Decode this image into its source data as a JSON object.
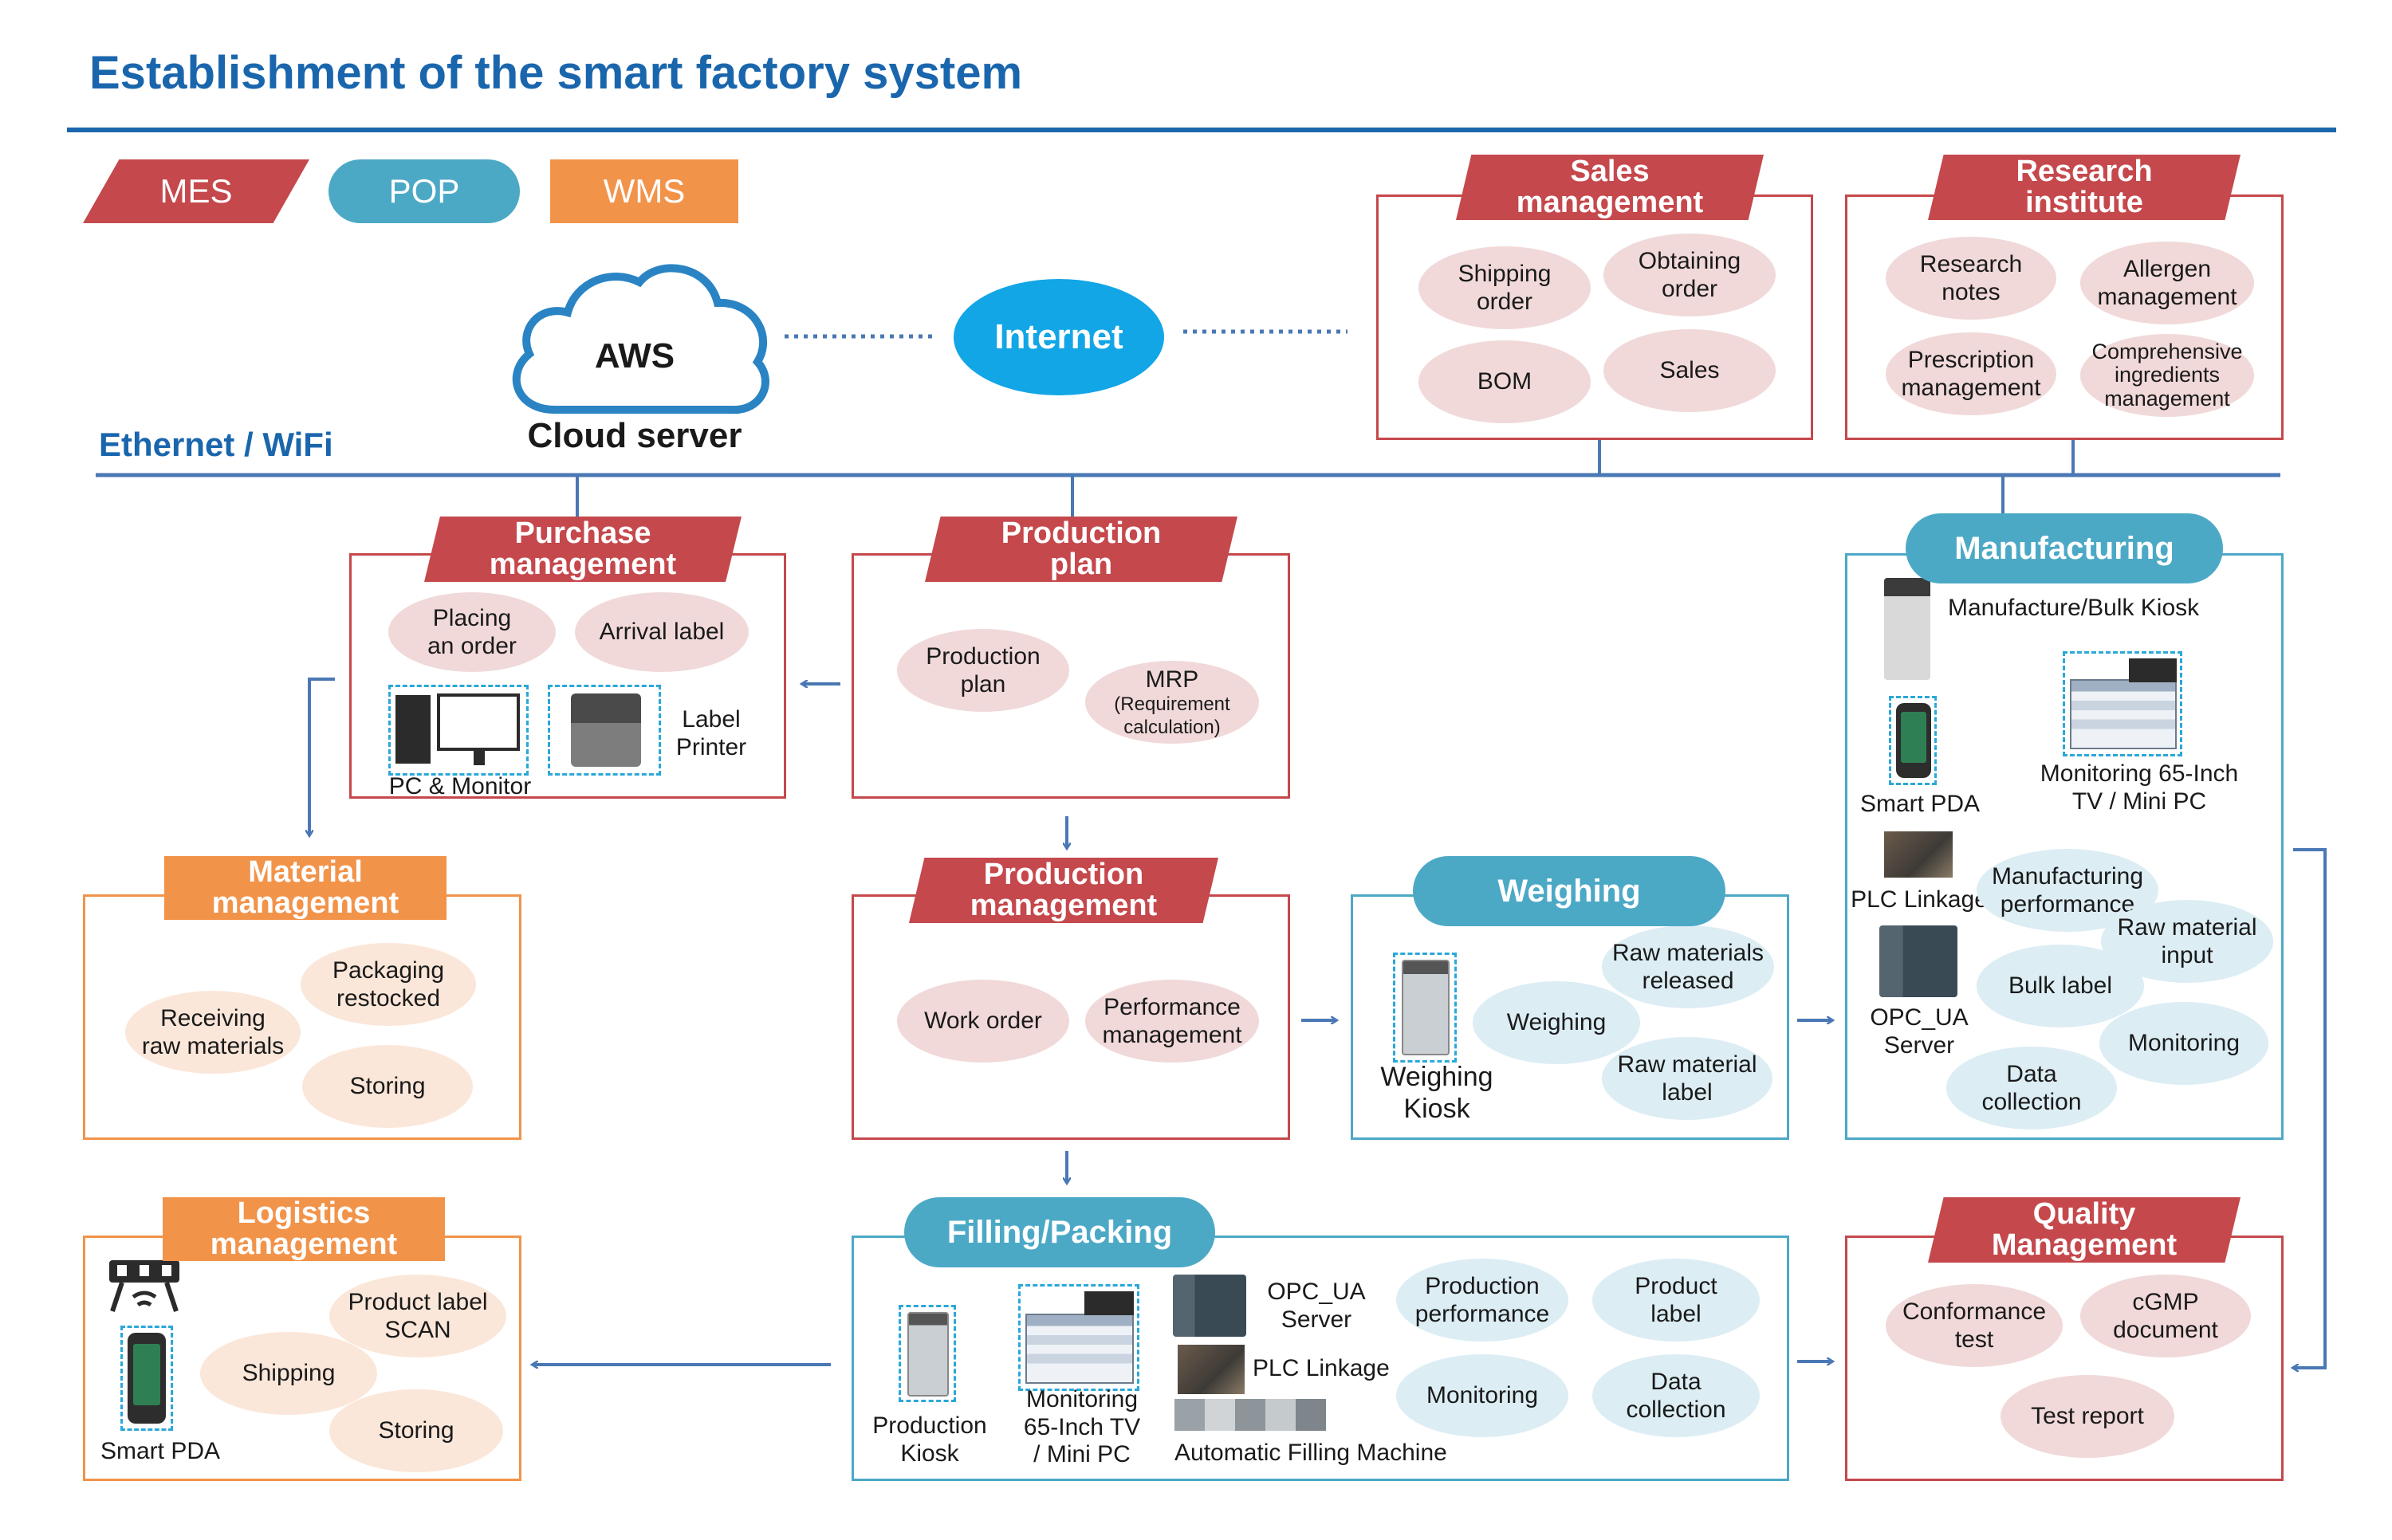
{
  "title": "Establishment of the smart factory system",
  "legend": {
    "mes": "MES",
    "pop": "POP",
    "wms": "WMS"
  },
  "cloud": {
    "line1": "AWS",
    "line2": "Cloud server"
  },
  "internet": "Internet",
  "network": "Ethernet / WiFi",
  "sales": {
    "header": "Sales\nmanagement",
    "items": [
      "Shipping\norder",
      "Obtaining\norder",
      "BOM",
      "Sales"
    ]
  },
  "research": {
    "header": "Research\ninstitute",
    "items": [
      "Research\nnotes",
      "Allergen\nmanagement",
      "Prescription\nmanagement",
      "Comprehensive\ningredients\nmanagement"
    ]
  },
  "purchase": {
    "header": "Purchase\nmanagement",
    "items": [
      "Placing\nan order",
      "Arrival label"
    ],
    "devices": [
      "PC & Monitor",
      "Label\nPrinter"
    ]
  },
  "production_plan": {
    "header": "Production\nplan",
    "items": [
      "Production\nplan",
      "MRP",
      "(Requirement\ncalculation)"
    ]
  },
  "manufacturing": {
    "header": "Manufacturing",
    "devices": [
      "Manufacture/Bulk Kiosk",
      "Smart PDA",
      "Monitoring 65-Inch\nTV / Mini PC",
      "PLC Linkage",
      "OPC_UA\nServer"
    ],
    "items": [
      "Manufacturing\nperformance",
      "Raw material\ninput",
      "Bulk label",
      "Monitoring",
      "Data\ncollection"
    ]
  },
  "material": {
    "header": "Material\nmanagement",
    "items": [
      "Packaging\nrestocked",
      "Receiving\nraw materials",
      "Storing"
    ]
  },
  "production_mgmt": {
    "header": "Production\nmanagement",
    "items": [
      "Work order",
      "Performance\nmanagement"
    ]
  },
  "weighing": {
    "header": "Weighing",
    "device": "Weighing\nKiosk",
    "items": [
      "Raw materials\nreleased",
      "Weighing",
      "Raw material\nlabel"
    ]
  },
  "logistics": {
    "header": "Logistics\nmanagement",
    "device": "Smart PDA",
    "items": [
      "Product label\nSCAN",
      "Shipping",
      "Storing"
    ]
  },
  "filling": {
    "header": "Filling/Packing",
    "devices": [
      "Production\nKiosk",
      "Monitoring\n65-Inch TV\n/ Mini PC",
      "OPC_UA\nServer",
      "PLC Linkage",
      "Automatic Filling Machine"
    ],
    "items": [
      "Production\nperformance",
      "Product\nlabel",
      "Monitoring",
      "Data\ncollection"
    ]
  },
  "quality": {
    "header": "Quality\nManagement",
    "items": [
      "Conformance\ntest",
      "cGMP\ndocument",
      "Test report"
    ]
  },
  "colors": {
    "mes": "#c5484c",
    "pop": "#4ca9c6",
    "wms": "#f2934a",
    "title": "#1a66ad",
    "internet": "#12a6e6",
    "line": "#4a78b4"
  }
}
